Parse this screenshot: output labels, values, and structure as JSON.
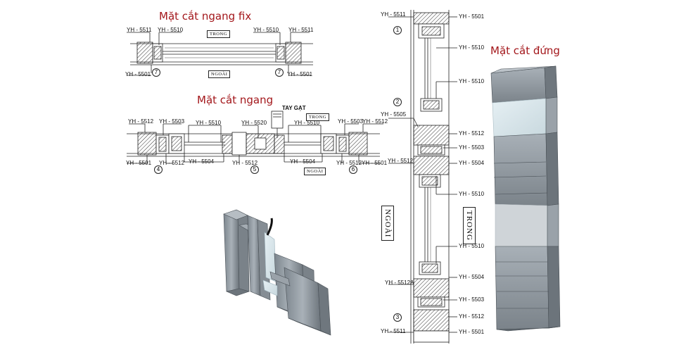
{
  "titles": {
    "fix": "Mặt cắt ngang fix",
    "horizontal": "Mặt cắt ngang",
    "vertical": "Mặt cắt đứng"
  },
  "side_labels": {
    "trong": "TRONG",
    "ngoai": "NGOÀI",
    "tay_gat": "TAY GẠT"
  },
  "fix_section": {
    "labels": [
      "YH - 5511",
      "YH - 5510",
      "YH - 5510",
      "YH - 5511",
      "YH - 5501",
      "YH - 5501"
    ],
    "markers": [
      "7",
      "7"
    ]
  },
  "horizontal_section": {
    "labels_top": [
      "YH - 5512",
      "YH - 5503",
      "YH - 5510",
      "YH - 5520",
      "YH - 5510",
      "YH - 5503",
      "YH - 5512"
    ],
    "labels_bottom": [
      "YH - 5501",
      "YH - 5512",
      "YH - 5504",
      "YH - 5512",
      "YH - 5504",
      "YH - 5512",
      "YH - 5501"
    ],
    "markers": [
      "4",
      "5",
      "6"
    ]
  },
  "vertical_section": {
    "labels_left": [
      "YH - 5511",
      "YH - 5505",
      "YH - 5512",
      "YH - 5512A",
      "YH - 5511"
    ],
    "labels_right": [
      "YH - 5501",
      "YH - 5510",
      "YH - 5510",
      "YH - 5512",
      "YH - 5503",
      "YH - 5504",
      "YH - 5510",
      "YH - 5510",
      "YH - 5504",
      "YH - 5503",
      "YH - 5512",
      "YH - 5501"
    ],
    "markers": [
      "1",
      "2",
      "3"
    ]
  },
  "colors": {
    "title": "#a3171b",
    "aluminium": "#8e979f",
    "glass": "#d9e8ee"
  }
}
